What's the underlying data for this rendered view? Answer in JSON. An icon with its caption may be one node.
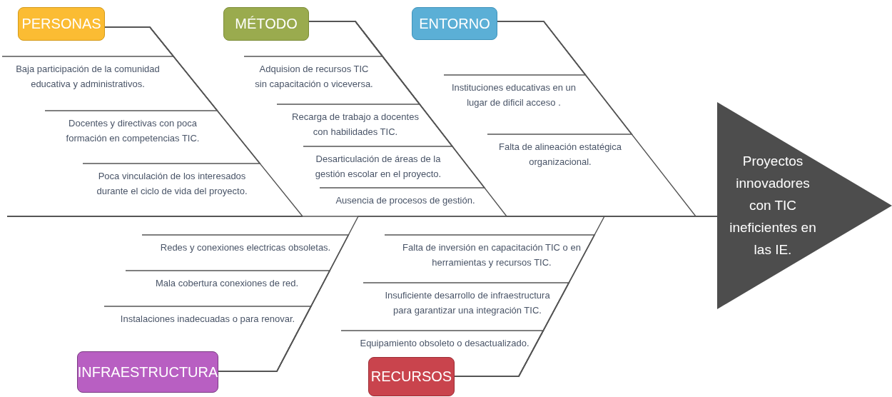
{
  "diagram": {
    "nodes": [
      {
        "text": [
          "PERSONAS"
        ]
      },
      {
        "text": [
          "MÉTODO"
        ]
      },
      {
        "text": [
          "ENTORNO"
        ]
      },
      {
        "text": [
          "Baja participación de la comunidad educativa y administrativos."
        ]
      },
      {
        "text": [
          "Docentes y directivas con poca formación en competencias TIC."
        ]
      },
      {
        "text": [
          "Poca vinculación de los interesados durante el ciclo de vida del proyecto."
        ]
      },
      {
        "text": [
          "Adquision de recursos TIC sin capacitación o viceversa."
        ]
      },
      {
        "text": [
          "Recarga de trabajo a docentes con habilidades TIC."
        ]
      },
      {
        "text": [
          "Desarticulación de áreas de la gestión escolar en el proyecto."
        ]
      },
      {
        "text": [
          "Ausencia de procesos de gestión."
        ]
      },
      {
        "text": [
          "Instituciones educativas en un lugar de dificil acceso ."
        ]
      },
      {
        "text": [
          "Falta de alineación estatégica organizacional."
        ]
      },
      {
        "text": [
          "Proyectos innovadores con TIC ineficientes en las IE."
        ]
      },
      {
        "text": [
          "Redes y conexiones electricas obsoletas."
        ]
      },
      {
        "text": [
          "Mala cobertura conexiones de red."
        ]
      },
      {
        "text": [
          "Instalaciones inadecuadas o para renovar."
        ]
      },
      {
        "text": [
          "Falta de inversión en capacitación TIC o en herramientas y recursos TIC."
        ]
      },
      {
        "text": [
          "Insuficiente desarrollo de infraestructura para garantizar una integración TIC."
        ]
      },
      {
        "text": [
          "Equipamiento obsoleto o desactualizado."
        ]
      },
      {
        "text": [
          "INFRAESTRUCTURA"
        ]
      },
      {
        "text": [
          "RECURSOS"
        ]
      }
    ],
    "edges": [
      {
        "from": 3,
        "to": 0,
        "arrow": "none"
      },
      {
        "from": 4,
        "to": 0,
        "arrow": "none"
      },
      {
        "from": 5,
        "to": 0,
        "arrow": "none"
      },
      {
        "from": 6,
        "to": 1,
        "arrow": "none"
      },
      {
        "from": 7,
        "to": 1,
        "arrow": "none"
      },
      {
        "from": 8,
        "to": 1,
        "arrow": "none"
      },
      {
        "from": 9,
        "to": 1,
        "arrow": "none"
      },
      {
        "from": 10,
        "to": 2,
        "arrow": "none"
      },
      {
        "from": 11,
        "to": 2,
        "arrow": "none"
      },
      {
        "from": 13,
        "to": 19,
        "arrow": "none"
      },
      {
        "from": 14,
        "to": 19,
        "arrow": "none"
      },
      {
        "from": 15,
        "to": 19,
        "arrow": "none"
      },
      {
        "from": 16,
        "to": 20,
        "arrow": "none"
      },
      {
        "from": 17,
        "to": 20,
        "arrow": "none"
      },
      {
        "from": 18,
        "to": 20,
        "arrow": "none"
      },
      {
        "from": 0,
        "to": 12,
        "arrow": "none"
      },
      {
        "from": 1,
        "to": 12,
        "arrow": "none"
      },
      {
        "from": 2,
        "to": 12,
        "arrow": "none"
      },
      {
        "from": 19,
        "to": 12,
        "arrow": "none"
      },
      {
        "from": 20,
        "to": 12,
        "arrow": "none"
      }
    ]
  }
}
